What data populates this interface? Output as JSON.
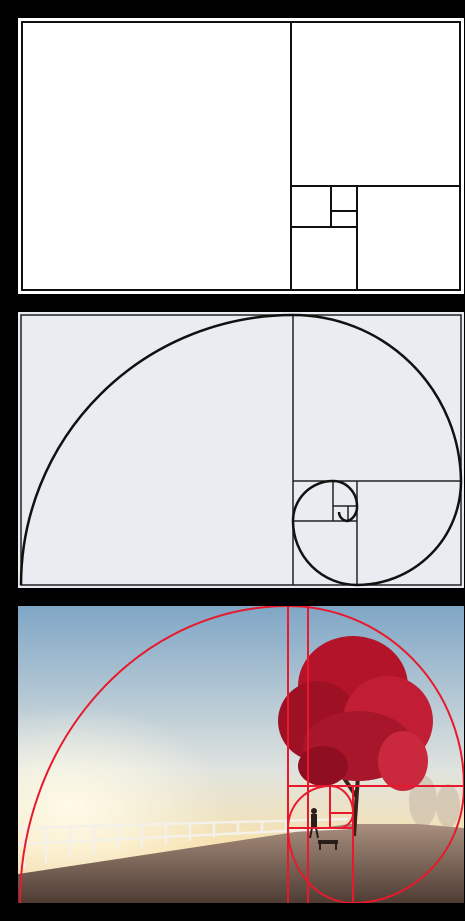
{
  "panels": [
    {
      "id": "grid",
      "type": "golden-rectangle-grid",
      "line_color": "#111111",
      "background": "#ffffff"
    },
    {
      "id": "spiral",
      "type": "golden-spiral-on-grid",
      "line_color": "#111111",
      "background": "#e9edf2"
    },
    {
      "id": "photo",
      "type": "golden-spiral-overlay-on-photo",
      "line_color": "#e8192c",
      "scene": [
        "sky",
        "sun-glow",
        "red-tree",
        "railing",
        "pavement",
        "walking-person",
        "bench"
      ]
    }
  ],
  "colors": {
    "sky_top": "#7fa6c6",
    "sky_glow": "#f7e2b0",
    "tree_red": "#b3142a",
    "ground": "#6b5a50",
    "overlay_red": "#e8192c"
  }
}
